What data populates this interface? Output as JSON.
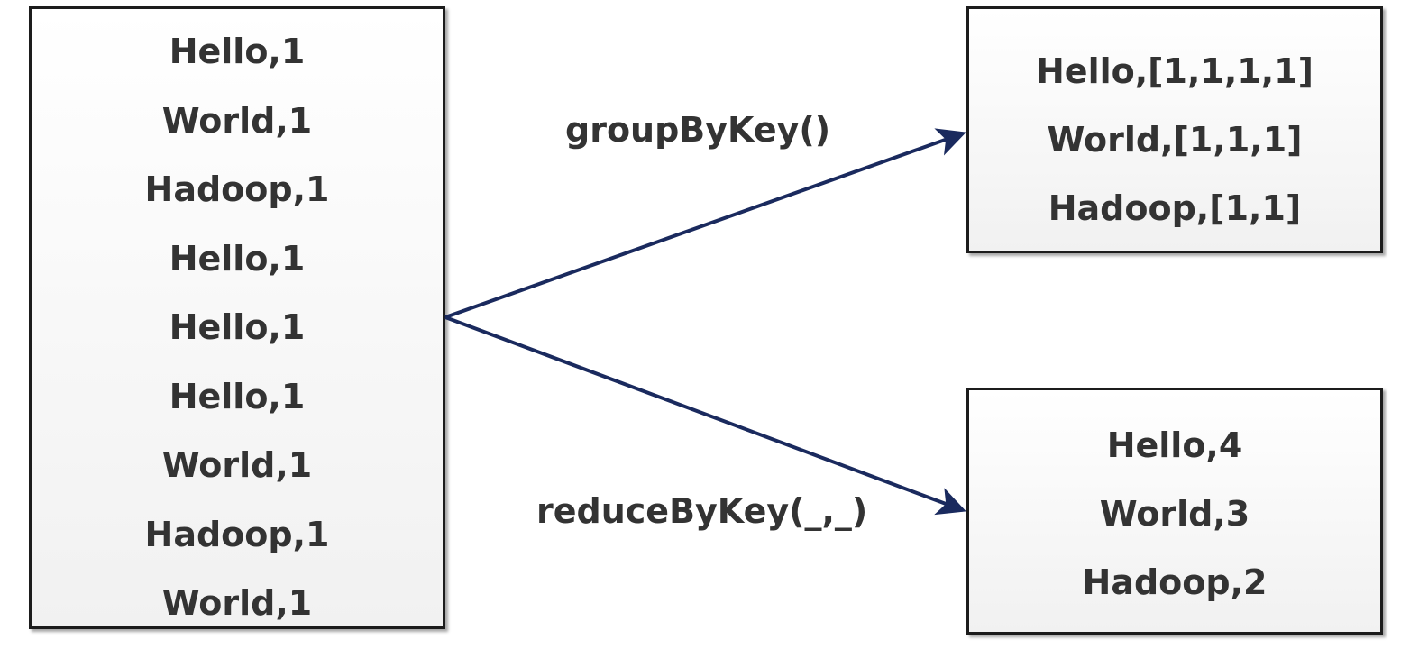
{
  "input": {
    "pairs": [
      "Hello,1",
      "World,1",
      "Hadoop,1",
      "Hello,1",
      "Hello,1",
      "Hello,1",
      "World,1",
      "Hadoop,1",
      "World,1"
    ]
  },
  "group_by_key": {
    "operation": "groupByKey()",
    "results": [
      "Hello,[1,1,1,1]",
      "World,[1,1,1]",
      "Hadoop,[1,1]"
    ]
  },
  "reduce_by_key": {
    "operation": "reduceByKey(_,_)",
    "results": [
      "Hello,4",
      "World,3",
      "Hadoop,2"
    ]
  },
  "colors": {
    "arrow": "#1a2a5e",
    "text": "#333333",
    "border": "#1c1c1c"
  }
}
